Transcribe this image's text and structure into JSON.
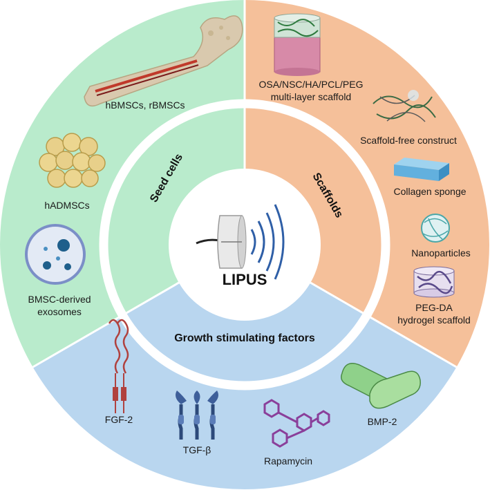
{
  "center": {
    "label": "LIPUS"
  },
  "colors": {
    "seed_cells": "#b9ebcc",
    "scaffolds": "#f5c09a",
    "growth_factors": "#b9d6ef",
    "ring": "#ffffff"
  },
  "sectors": {
    "seed_cells": {
      "title": "Seed cells",
      "items": [
        "hBMSCs, rBMSCs",
        "hADMSCs",
        "BMSC-derived",
        "exosomes"
      ]
    },
    "scaffolds": {
      "title": "Scaffolds",
      "items": [
        "OSA/NSC/HA/PCL/PEG",
        "multi-layer scaffold",
        "Scaffold-free construct",
        "Collagen sponge",
        "Nanoparticles",
        "PEG-DA",
        "hydrogel scaffold"
      ]
    },
    "growth_factors": {
      "title": "Growth stimulating factors",
      "items": [
        "FGF-2",
        "TGF-β",
        "Rapamycin",
        "BMP-2"
      ]
    }
  },
  "icons": [
    "bone-icon",
    "fat-cells-icon",
    "exosome-dish-icon",
    "layered-scaffold-icon",
    "fiber-construct-icon",
    "collagen-sponge-icon",
    "nanoparticle-icon",
    "hydrogel-icon",
    "fgf-receptor-icon",
    "tgf-receptor-icon",
    "rapamycin-molecule-icon",
    "bmp-protein-icon",
    "ultrasound-transducer-icon"
  ]
}
